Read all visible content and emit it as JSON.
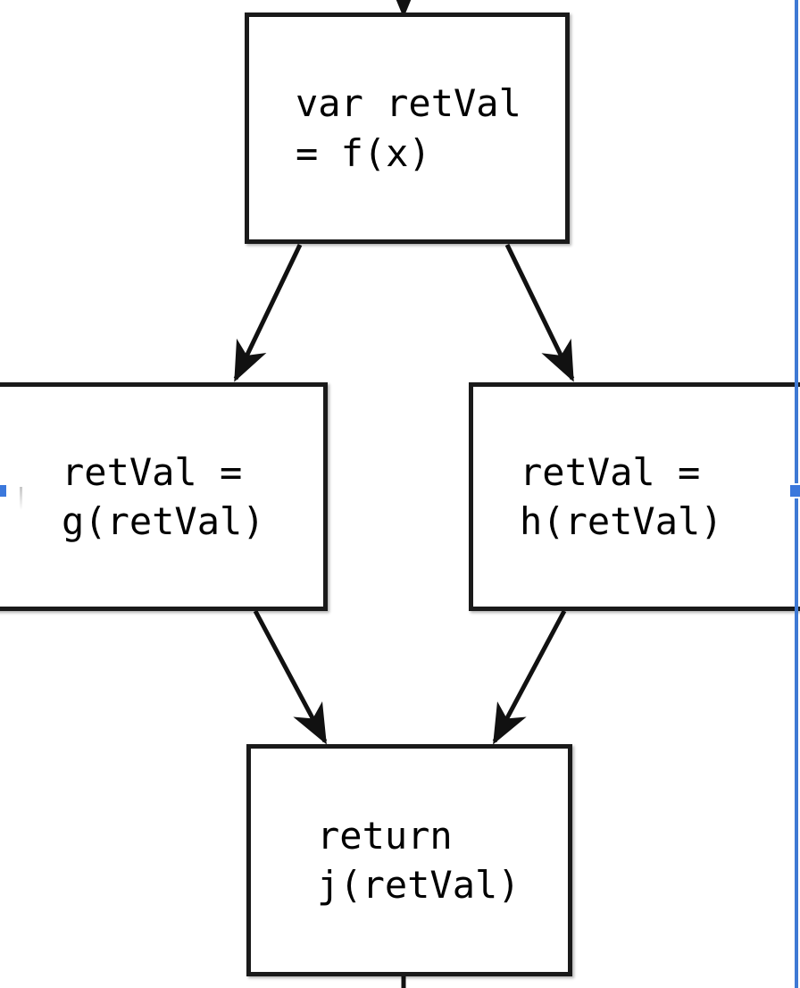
{
  "diagram": {
    "type": "flowchart",
    "description": "Control flow graph of a function with a branch and a join",
    "nodes": [
      {
        "id": "entry-assign",
        "label": "var retVal\n= f(x)",
        "shape": "rectangle",
        "fill": "#ffffff",
        "stroke": "#1a1a1a"
      },
      {
        "id": "branch-g",
        "label": "retVal =\ng(retVal)",
        "shape": "rectangle",
        "fill": "#ffffff",
        "stroke": "#1a1a1a"
      },
      {
        "id": "branch-h",
        "label": "retVal =\nh(retVal)",
        "shape": "rectangle",
        "fill": "#ffffff",
        "stroke": "#1a1a1a"
      },
      {
        "id": "join-return",
        "label": "return\nj(retVal)",
        "shape": "rectangle",
        "fill": "#ffffff",
        "stroke": "#1a1a1a"
      }
    ],
    "edges": [
      {
        "id": "edge-in-entry",
        "from": "",
        "to": "entry-assign",
        "arrowhead": true
      },
      {
        "id": "edge-entry-g",
        "from": "entry-assign",
        "to": "branch-g",
        "arrowhead": true
      },
      {
        "id": "edge-entry-h",
        "from": "entry-assign",
        "to": "branch-h",
        "arrowhead": true
      },
      {
        "id": "edge-g-return",
        "from": "branch-g",
        "to": "join-return",
        "arrowhead": true
      },
      {
        "id": "edge-h-return",
        "from": "branch-h",
        "to": "join-return",
        "arrowhead": true
      },
      {
        "id": "edge-out-return",
        "from": "join-return",
        "to": "",
        "arrowhead": false
      }
    ]
  },
  "selection": {
    "accent_color": "#3b78dc",
    "handle_left_name": "resize-handle-west",
    "handle_right_name": "resize-handle-east"
  }
}
